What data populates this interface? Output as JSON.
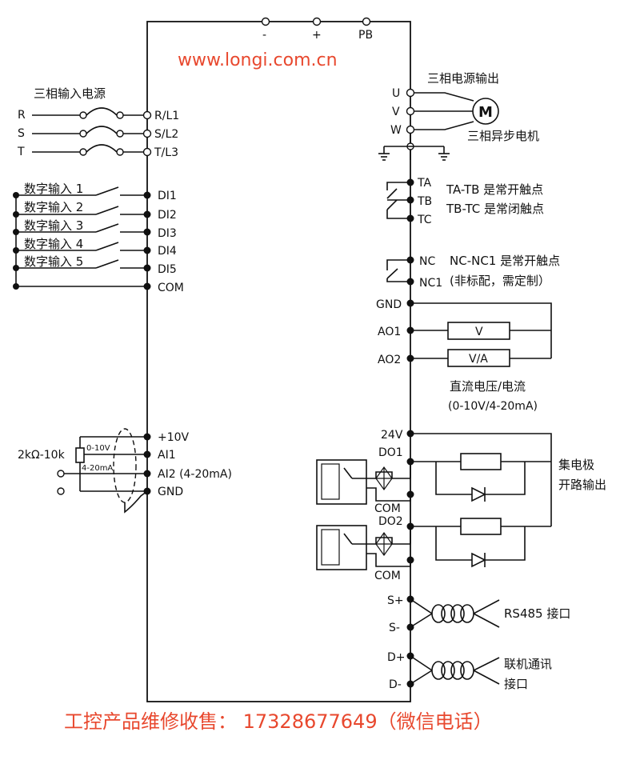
{
  "header": {
    "url": "www.longi.com.cn"
  },
  "top_terminals": [
    "-",
    "+",
    "PB"
  ],
  "power_input": {
    "title": "三相输入电源",
    "lines": [
      {
        "name": "R",
        "terminal": "R/L1"
      },
      {
        "name": "S",
        "terminal": "S/L2"
      },
      {
        "name": "T",
        "terminal": "T/L3"
      }
    ]
  },
  "power_output": {
    "title": "三相电源输出",
    "terminals": [
      "U",
      "V",
      "W"
    ],
    "motor_symbol": "M",
    "motor_label": "三相异步电机"
  },
  "digital_inputs": {
    "items": [
      {
        "label": "数字输入 1",
        "terminal": "DI1"
      },
      {
        "label": "数字输入 2",
        "terminal": "DI2"
      },
      {
        "label": "数字输入 3",
        "terminal": "DI3"
      },
      {
        "label": "数字输入 4",
        "terminal": "DI4"
      },
      {
        "label": "数字输入 5",
        "terminal": "DI5"
      }
    ],
    "common": "COM"
  },
  "relay": {
    "terminals": [
      "TA",
      "TB",
      "TC"
    ],
    "note_1": "TA-TB 是常开触点",
    "note_2": "TB-TC 是常闭触点"
  },
  "relay2": {
    "terminals": [
      "NC",
      "NC1"
    ],
    "note_1": "NC-NC1 是常开触点",
    "note_2": "(非标配，需定制）"
  },
  "analog_output": {
    "terminals": [
      "GND",
      "AO1",
      "AO2"
    ],
    "box_1": "V",
    "box_2": "V/A",
    "caption_1": "直流电压/电流",
    "caption_2": "(0-10V/4-20mA)"
  },
  "analog_input": {
    "terminals": [
      "+10V",
      "AI1",
      "AI2 (4-20mA)",
      "GND"
    ],
    "pot_label": "2kΩ-10k",
    "range_1": "0-10V",
    "range_2": "4-20mA"
  },
  "open_collector": {
    "terminals": [
      "24V",
      "DO1",
      "COM",
      "DO2",
      "COM"
    ],
    "label_1": "集电极",
    "label_2": "开路输出"
  },
  "rs485": {
    "terminals": [
      "S+",
      "S-"
    ],
    "label": "RS485 接口"
  },
  "link": {
    "terminals": [
      "D+",
      "D-"
    ],
    "label_1": "联机通讯",
    "label_2": "接口"
  },
  "footer": {
    "text": "工控产品维修收售：  17328677649（微信电话）"
  }
}
